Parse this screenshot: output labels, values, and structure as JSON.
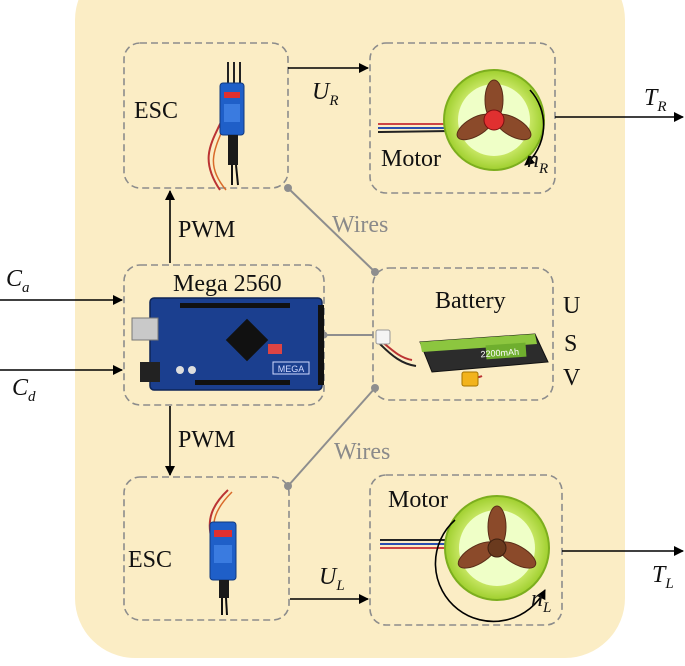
{
  "usv_letters": [
    "U",
    "S",
    "V"
  ],
  "blocks": {
    "esc_top": {
      "label": "ESC"
    },
    "esc_bottom": {
      "label": "ESC"
    },
    "motor_top": {
      "label": "Motor"
    },
    "motor_bottom": {
      "label": "Motor"
    },
    "controller": {
      "label": "Mega 2560",
      "board_text": "MEGA"
    },
    "battery": {
      "label": "Battery",
      "pack_text": "2200mAh"
    }
  },
  "signals": {
    "pwm_top": "PWM",
    "pwm_bottom": "PWM",
    "wires_top": "Wires",
    "wires_bottom": "Wires",
    "ca": {
      "main": "C",
      "sub": "a"
    },
    "cd": {
      "main": "C",
      "sub": "d"
    },
    "ur": {
      "main": "U",
      "sub": "R"
    },
    "ul": {
      "main": "U",
      "sub": "L"
    },
    "tr": {
      "main": "T",
      "sub": "R"
    },
    "tl": {
      "main": "T",
      "sub": "L"
    },
    "nr": {
      "main": "n",
      "sub": "R"
    },
    "nl": {
      "main": "n",
      "sub": "L"
    }
  },
  "colors": {
    "usv_background": "#fbedc5",
    "dashed_border": "#8c8c8c",
    "gray_wire": "#8e8e8e",
    "esc_blue": "#1f5fc8",
    "board_blue": "#1b3f8f",
    "battery_green": "#8cc63f",
    "propeller_brown": "#8b4a2a",
    "duct_green": "#b8e04a"
  }
}
